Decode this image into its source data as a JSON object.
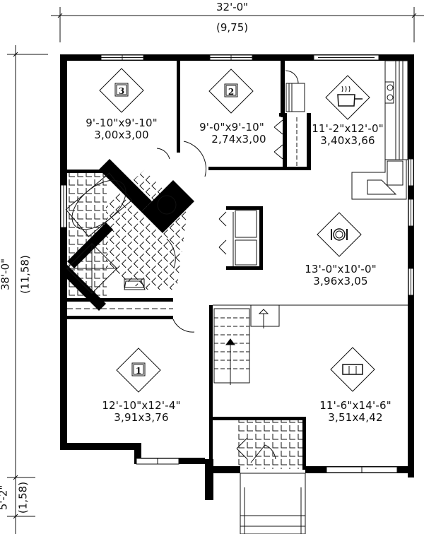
{
  "plan": {
    "colors": {
      "wall": "#000000",
      "line": "#111111",
      "background": "#ffffff"
    },
    "overall_dimensions": {
      "width_imperial": "32'-0\"",
      "width_metric": "(9,75)",
      "depth_imperial": "38'-0\"",
      "depth_metric": "(11,58)",
      "porch_imperial": "5'-2\"",
      "porch_metric": "(1,58)"
    },
    "rooms": [
      {
        "id": "bedroom-3",
        "icon": "bed-3-icon",
        "badge": "3",
        "size_imperial": "9'-10\"x9'-10\"",
        "size_metric": "3,00x3,00"
      },
      {
        "id": "bedroom-2",
        "icon": "bed-2-icon",
        "badge": "2",
        "size_imperial": "9'-0\"x9'-10\"",
        "size_metric": "2,74x3,00"
      },
      {
        "id": "kitchen",
        "icon": "cooking-pot-icon",
        "badge": "",
        "size_imperial": "11'-2\"x12'-0\"",
        "size_metric": "3,40x3,66"
      },
      {
        "id": "dining",
        "icon": "plate-fork-knife-icon",
        "badge": "",
        "size_imperial": "13'-0\"x10'-0\"",
        "size_metric": "3,96x3,05"
      },
      {
        "id": "bedroom-1",
        "icon": "bed-1-icon",
        "badge": "1",
        "size_imperial": "12'-10\"x12'-4\"",
        "size_metric": "3,91x3,76"
      },
      {
        "id": "living",
        "icon": "sofa-icon",
        "badge": "",
        "size_imperial": "11'-6\"x14'-6\"",
        "size_metric": "3,51x4,42"
      }
    ]
  }
}
